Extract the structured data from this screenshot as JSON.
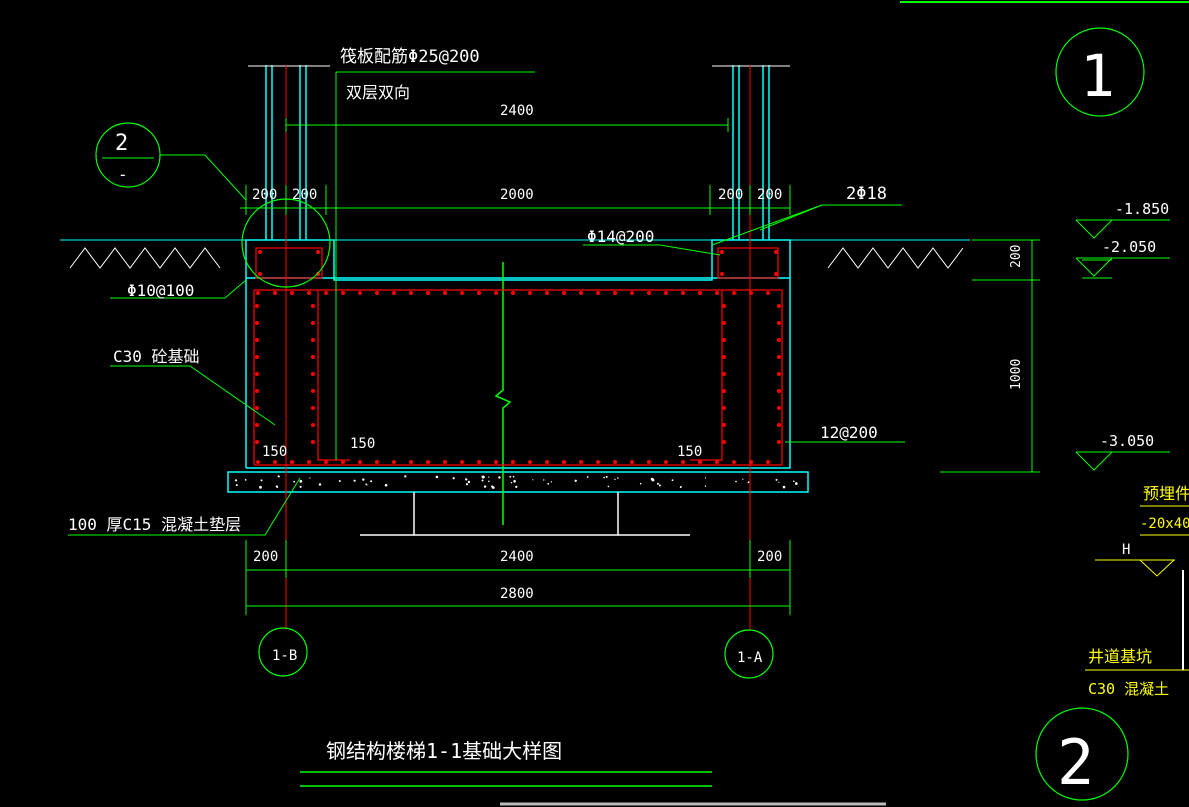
{
  "drawing": {
    "title": "钢结构楼梯1-1基础大样图",
    "rebar_note": "筏板配筋Φ25@200",
    "rebar_note2": "双层双向",
    "dims": {
      "top_2400": "2400",
      "d_200_a": "200",
      "d_200_b": "200",
      "d_2000": "2000",
      "d_200_c": "200",
      "d_200_d": "200",
      "b_200_l": "200",
      "b_2400": "2400",
      "b_200_r": "200",
      "b_2800": "2800",
      "v_200": "200",
      "v_1000": "1000"
    },
    "labels": {
      "bar_2phi18": "2Φ18",
      "phi14": "Φ14@200",
      "phi10": "Φ10@100",
      "c30": "C30  砼基础",
      "d150_a": "150",
      "d150_b": "150",
      "d150_c": "150",
      "bar12": "12@200",
      "pad": "100  厚C15  混凝土垫层"
    },
    "levels": {
      "l1": "-1.850",
      "l2": "-2.050",
      "l3": "-3.050",
      "H": "H"
    },
    "axes": {
      "left": "1-B",
      "right": "1-A"
    },
    "circles": {
      "c1": "1",
      "c2_num": "2",
      "c2_den": "-",
      "c3": "2"
    },
    "right_panel": {
      "embed": "预埋件",
      "embed_size": "-20x40",
      "pit": "井道基坑",
      "concrete": "C30  混凝土"
    }
  },
  "colors": {
    "background": "#000000",
    "outline": "#00ffff",
    "dimension": "#00ff00",
    "rebar": "#ff0000",
    "text": "#ffffff",
    "panel_text": "#ffff00"
  }
}
